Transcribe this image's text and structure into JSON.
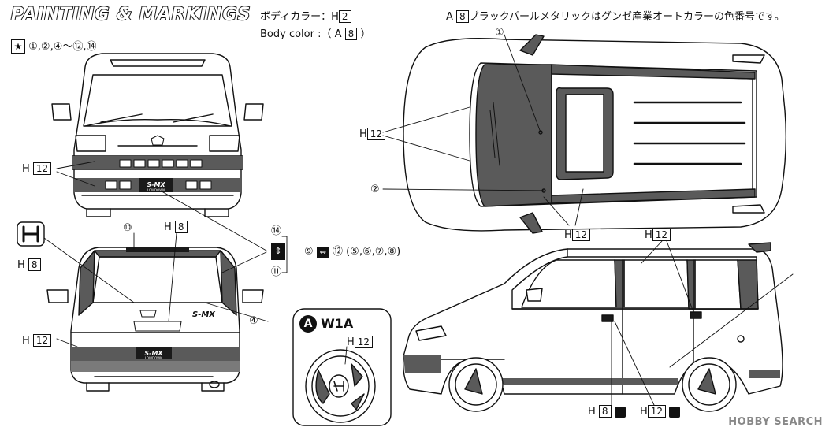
{
  "header": {
    "title": "PAINTING & MARKINGS",
    "body_color_jp": "ボディカラー：",
    "body_color_jp_code": "H",
    "body_color_jp_num": "2",
    "body_color_en": "Body color :（",
    "body_color_en_code": "A",
    "body_color_en_num": "8",
    "body_color_en_close": "）",
    "note_code": "A",
    "note_num": "8",
    "note_text": "ブラックパールメタリックはグンゼ産業オートカラーの色番号です。"
  },
  "decals": {
    "star_list": "①,②,④～⑫,⑭"
  },
  "callouts": {
    "h": "H",
    "n12": "12",
    "n8": "8",
    "c1": "①",
    "c2": "②",
    "c4": "④",
    "c9": "⑨",
    "c10": "⑩",
    "c11": "⑪",
    "c12": "⑫",
    "c14": "⑭",
    "alt_list": "(⑤,⑥,⑦,⑧)"
  },
  "wheel": {
    "badge": "A",
    "name": "W1A"
  },
  "decal_text": {
    "smx": "S-MX",
    "lowdown": "LOWDOWN"
  },
  "watermark": "HOBBY SEARCH",
  "colors": {
    "ink": "#111111",
    "dark_panel": "#5a5a5a",
    "black_pearl": "#1a1a1a",
    "watermark": "#8a8a8a"
  }
}
